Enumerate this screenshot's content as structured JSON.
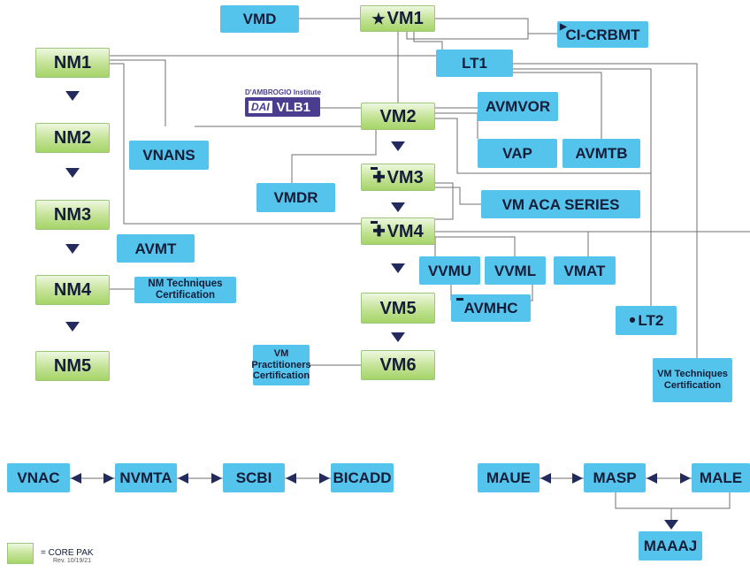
{
  "nodes": {
    "vmd": "VMD",
    "vm1": "VM1",
    "ci_crbmt": "CI-CRBMT",
    "lt1": "LT1",
    "nm1": "NM1",
    "nm2": "NM2",
    "nm3": "NM3",
    "nm4": "NM4",
    "nm5": "NM5",
    "vlb1_org": "D'AMBROGIO Institute",
    "vlb1_logo": "DAI",
    "vlb1": "VLB1",
    "vm2": "VM2",
    "avmvor": "AVMVOR",
    "vnans": "VNANS",
    "vap": "VAP",
    "avmtb": "AVMTB",
    "vm3": "VM3",
    "vmdr": "VMDR",
    "vm_aca": "VM ACA SERIES",
    "vm4": "VM4",
    "avmt": "AVMT",
    "vvmu": "VVMU",
    "vvml": "VVML",
    "vmat": "VMAT",
    "nm_tech_cert": "NM Techniques Certification",
    "avmhc": "AVMHC",
    "vm5": "VM5",
    "lt2": "LT2",
    "vm_pract_cert": "VM Practitioners Certification",
    "vm6": "VM6",
    "vm_tech_cert": "VM Techniques Certification",
    "vnac": "VNAC",
    "nvmta": "NVMTA",
    "scbi": "SCBI",
    "bicadd": "BICADD",
    "maue": "MAUE",
    "masp": "MASP",
    "male": "MALE",
    "maaaj": "MAAAJ"
  },
  "legend": {
    "label": "= CORE PAK",
    "revision": "Rev. 10/19/21"
  },
  "colors": {
    "core_green": "#b3dc7e",
    "module_blue": "#55c4ec",
    "dai_purple": "#4a3d8f",
    "arrow_navy": "#232a5e",
    "line_gray": "#6f6f6f"
  }
}
